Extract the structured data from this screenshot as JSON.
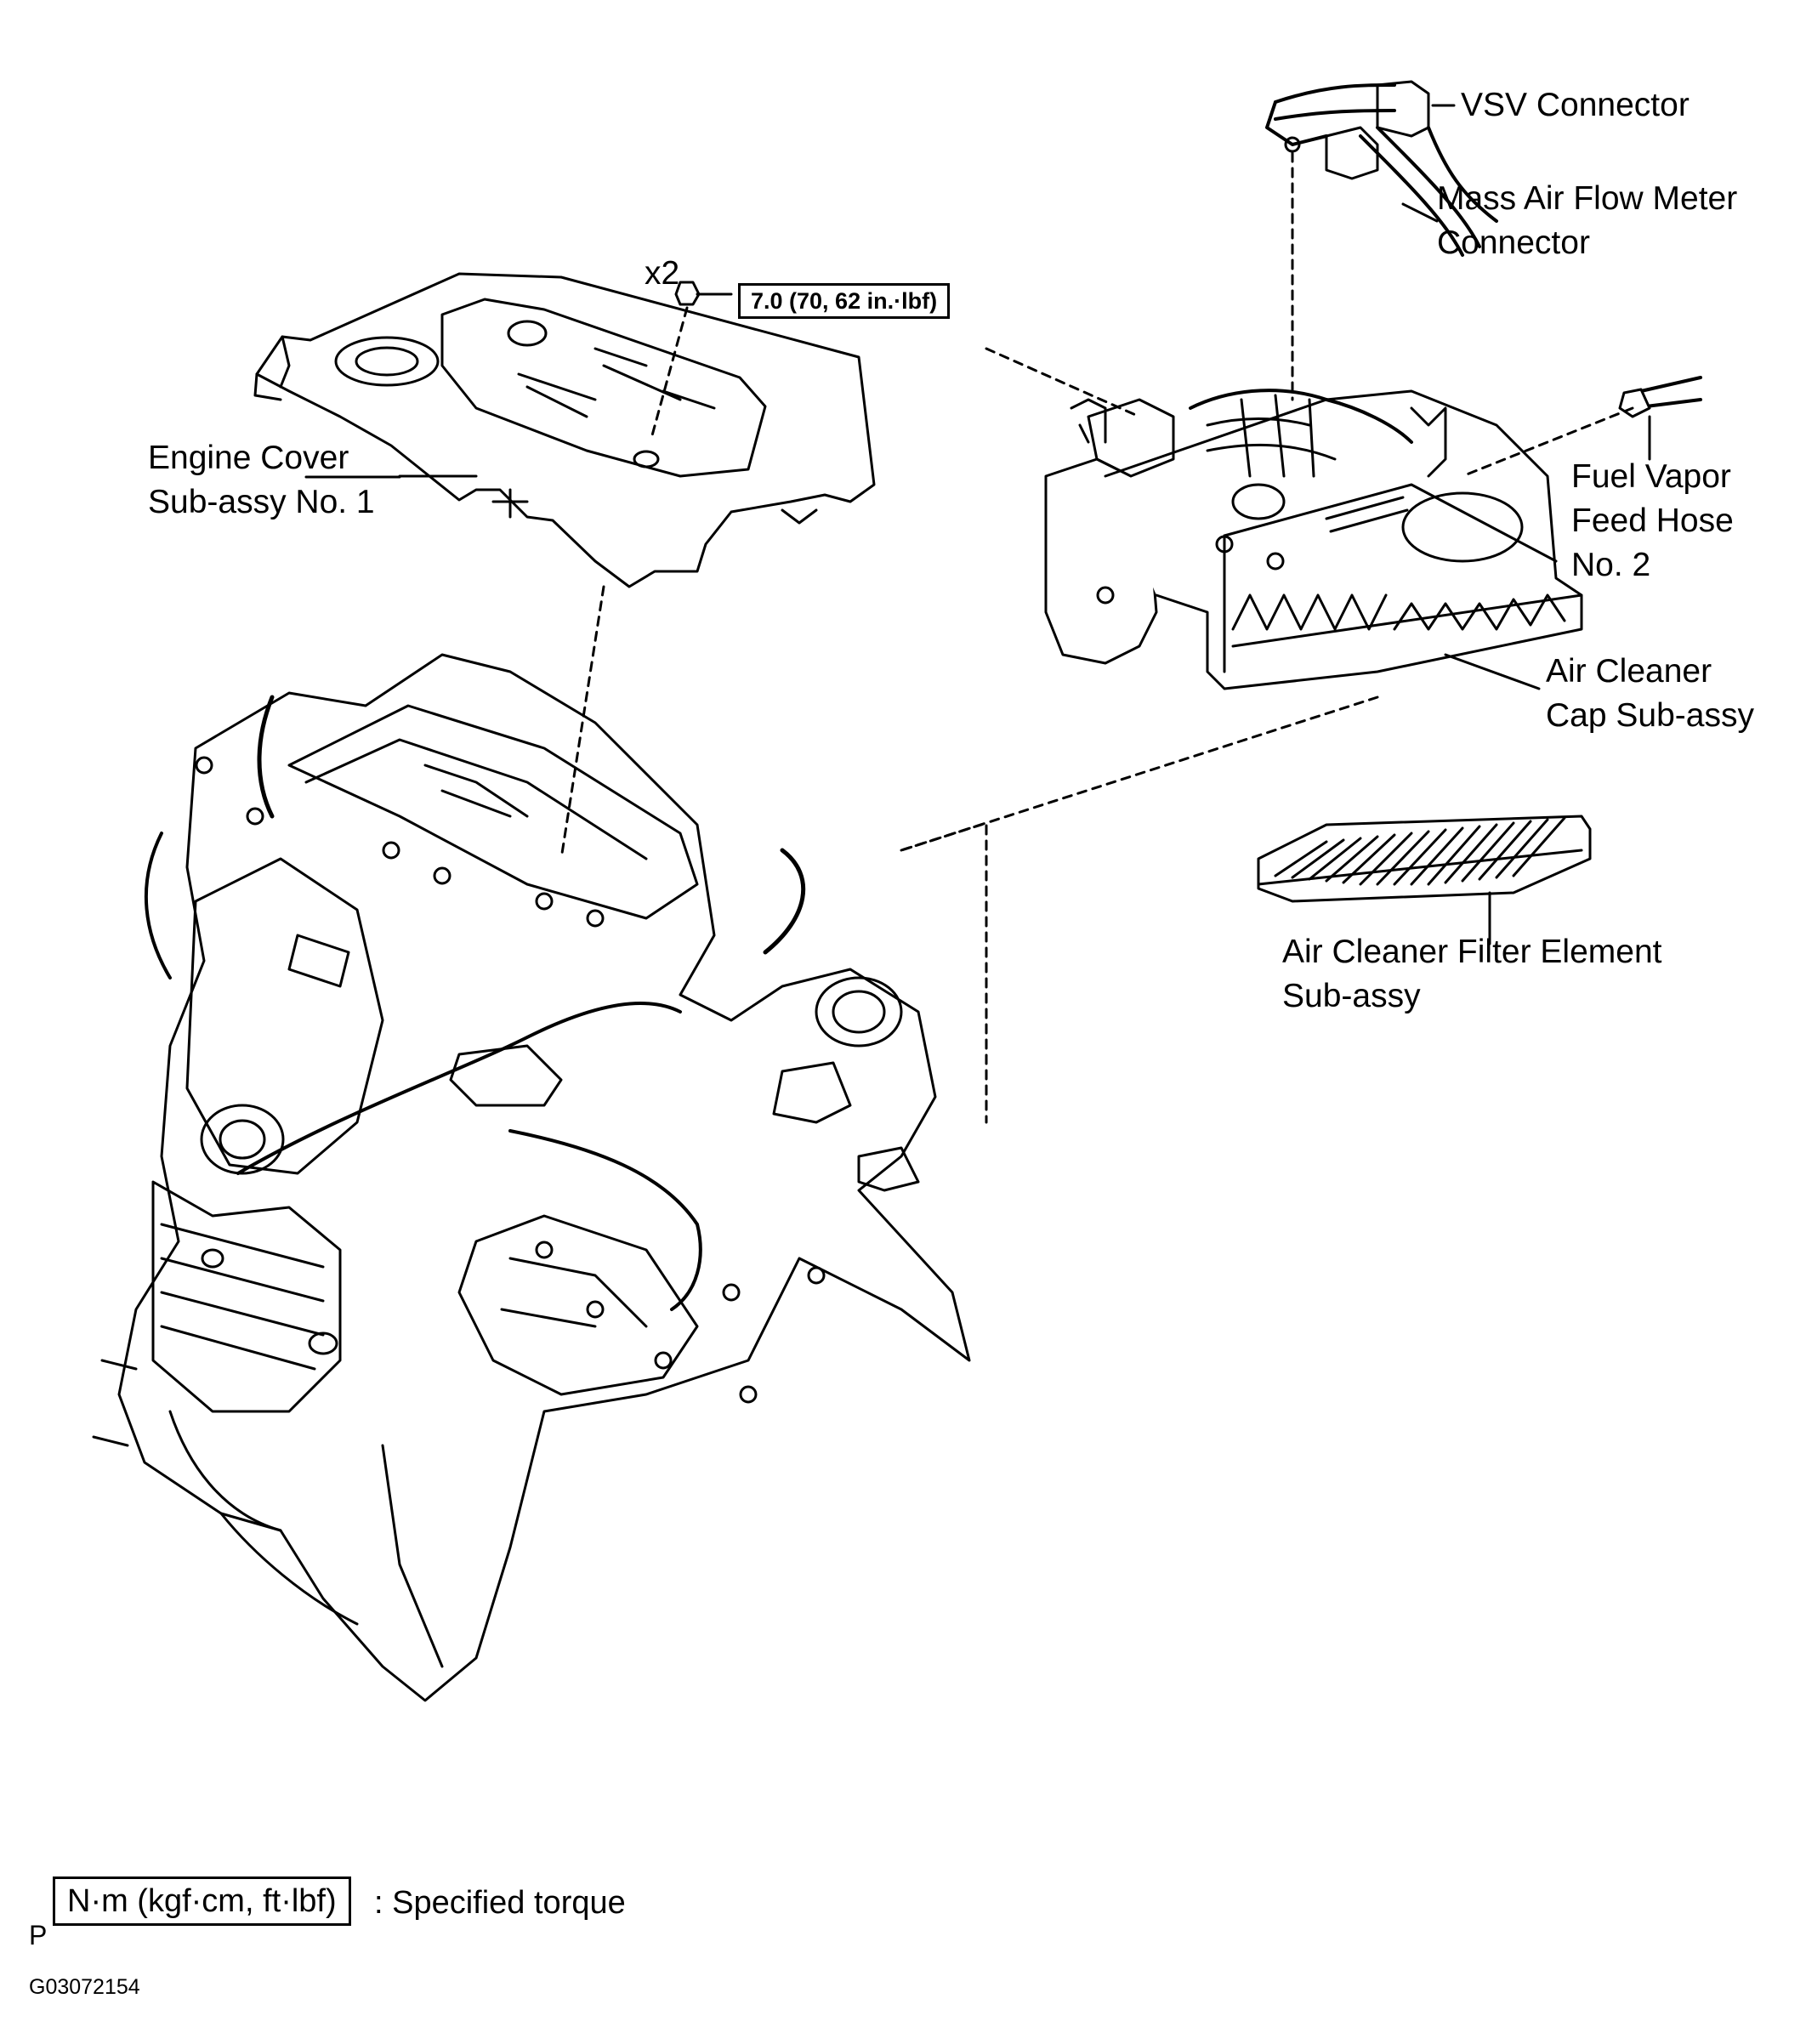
{
  "callouts": {
    "vsv_connector": "VSV Connector",
    "mass_air_flow_line1": "Mass  Air  Flow  Meter",
    "mass_air_flow_line2": "Connector",
    "multiplier": "x2",
    "torque": "7.0 (70, 62 in.·lbf)",
    "engine_cover_line1": "Engine Cover",
    "engine_cover_line2": "Sub-assy No. 1",
    "fuel_vapor_line1": "Fuel Vapor",
    "fuel_vapor_line2": "Feed Hose",
    "fuel_vapor_line3": "No. 2",
    "air_cleaner_cap_line1": "Air Cleaner",
    "air_cleaner_cap_line2": "Cap  Sub-assy",
    "filter_element_line1": "Air Cleaner Filter Element",
    "filter_element_line2": "Sub-assy"
  },
  "legend": {
    "unit_box": "N·m (kgf·cm, ft·lbf)",
    "description": ": Specified torque",
    "page_marker": "P",
    "figure_code": "G03072154"
  }
}
